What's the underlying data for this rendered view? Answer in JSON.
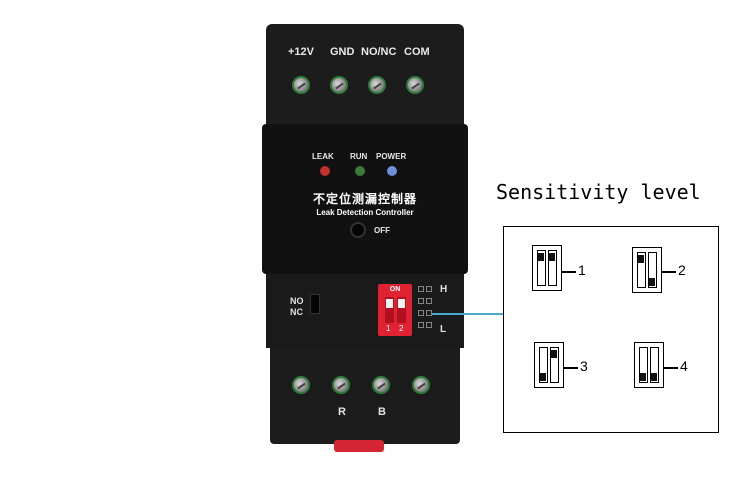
{
  "terminals_top": [
    "+12V",
    "GND",
    "NO/NC",
    "COM"
  ],
  "leds": [
    {
      "label": "LEAK",
      "color": "#c4302b"
    },
    {
      "label": "RUN",
      "color": "#3c7a3a"
    },
    {
      "label": "POWER",
      "color": "#6f8fd8"
    }
  ],
  "title_cn": "不定位测漏控制器",
  "title_en": "Leak Detection Controller",
  "off_label": "OFF",
  "mode_no": "NO",
  "mode_nc": "NC",
  "dip": {
    "on_label": "ON",
    "num1": "1",
    "num2": "2",
    "color": "#e02233"
  },
  "high_label": "H",
  "low_label": "L",
  "terminals_bottom": [
    "R",
    "B"
  ],
  "sensitivity": {
    "title": "Sensitivity level",
    "levels": [
      {
        "label": "1",
        "switch1": "up",
        "switch2": "up"
      },
      {
        "label": "2",
        "switch1": "up",
        "switch2": "down"
      },
      {
        "label": "3",
        "switch1": "down",
        "switch2": "up"
      },
      {
        "label": "4",
        "switch1": "down",
        "switch2": "down"
      }
    ]
  }
}
